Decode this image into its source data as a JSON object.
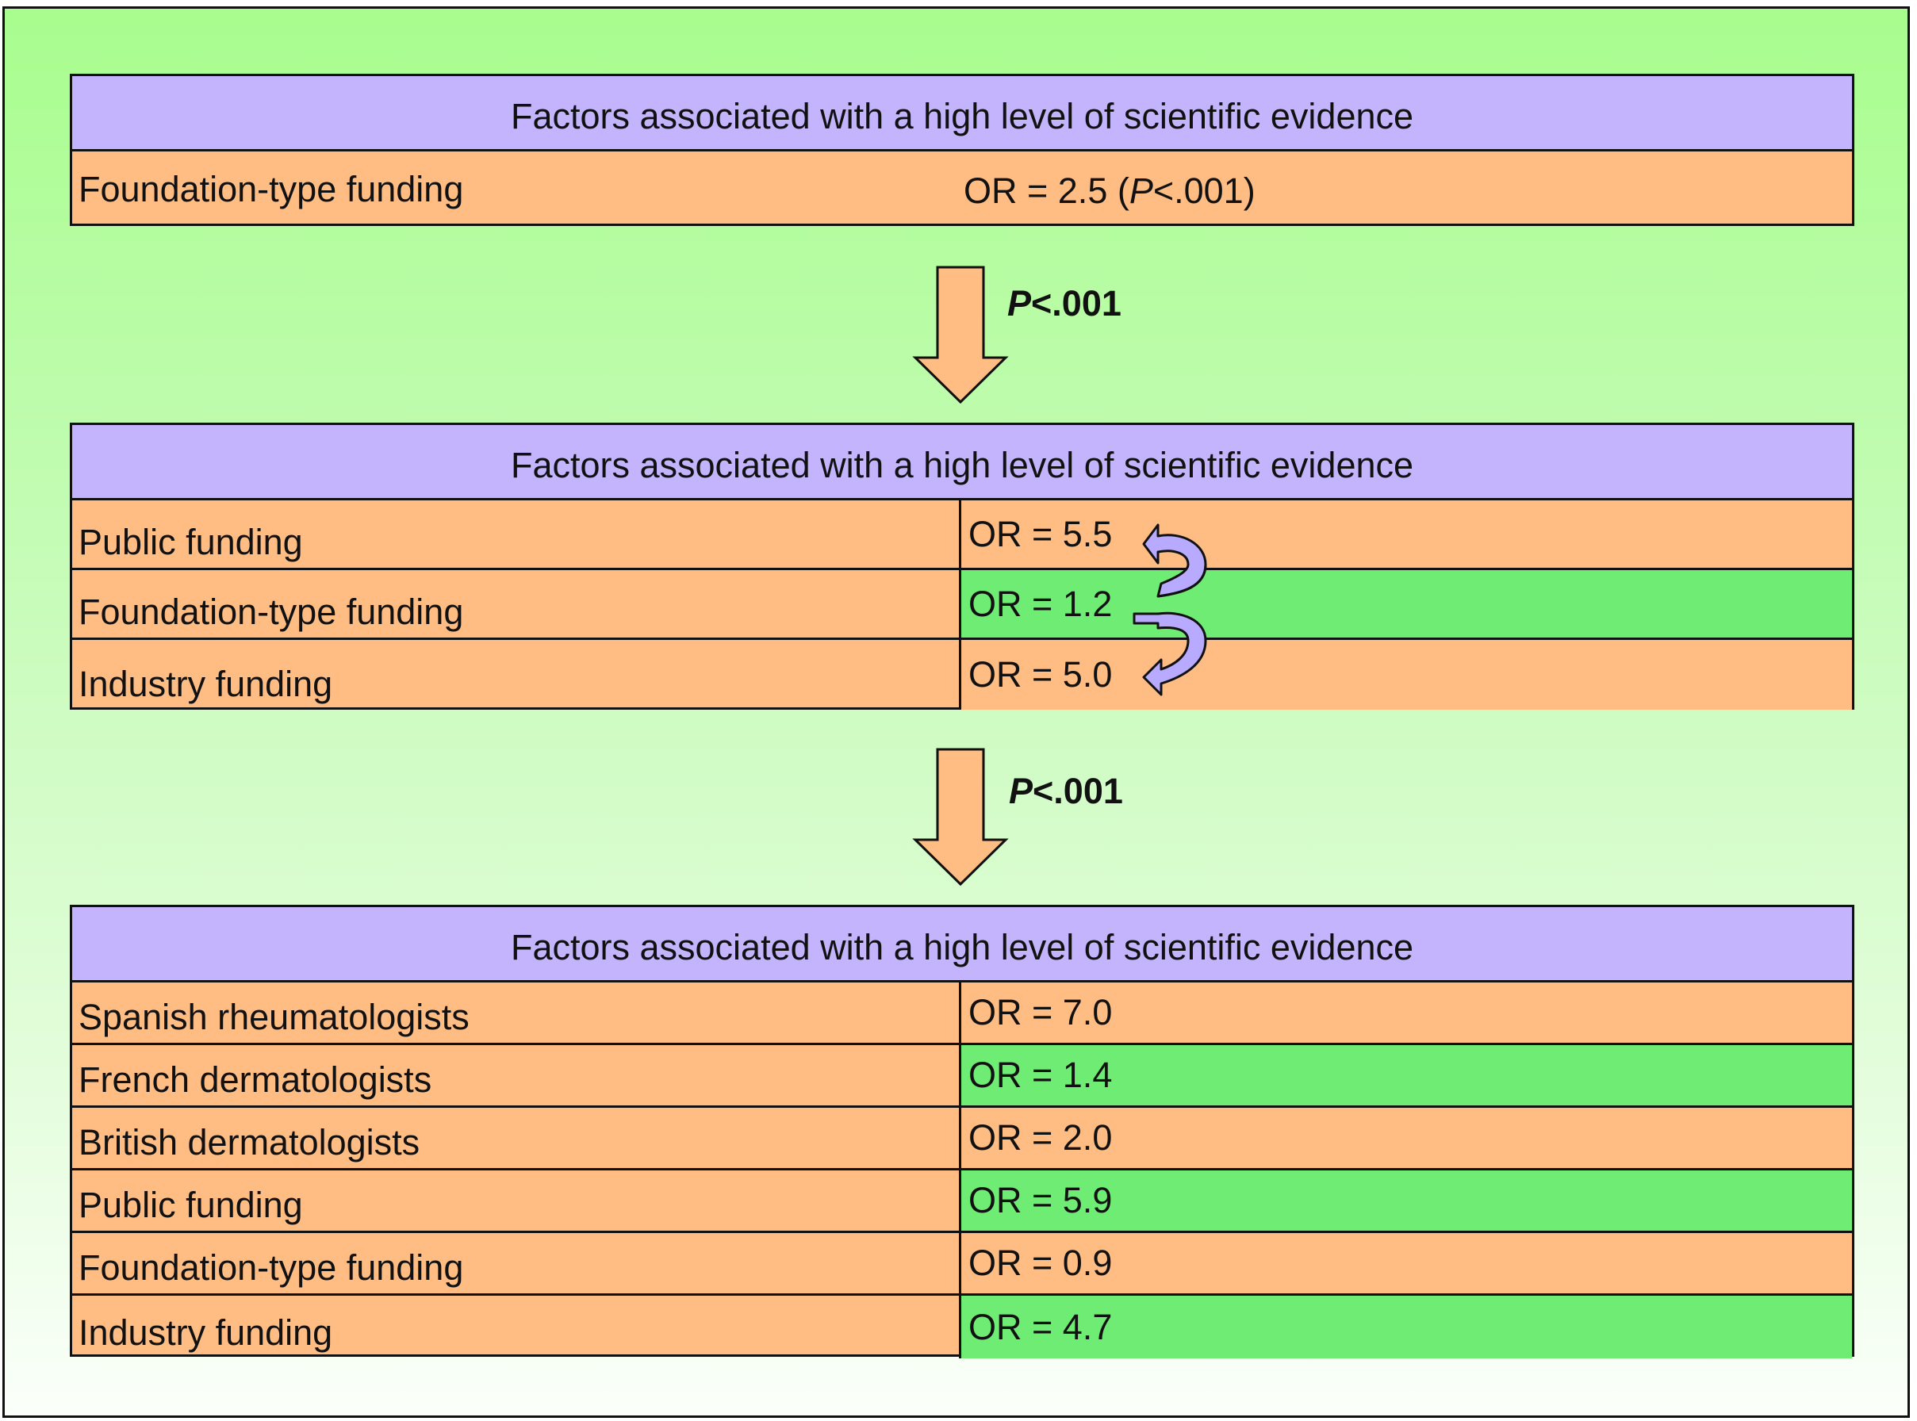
{
  "colors": {
    "header": "#c3b4fd",
    "orange": "#ffbd84",
    "green": "#6fec74",
    "arrow_fill": "#ffbd84",
    "swap_arrow_fill": "#b8aaff"
  },
  "panel1": {
    "header": "Factors associated with a high level of scientific evidence",
    "row": {
      "label": "Foundation-type funding",
      "value_prefix": "OR = 2.5 (",
      "value_p": "P",
      "value_suffix": "<.001)"
    }
  },
  "arrow1": {
    "p_italic": "P",
    "p_rest": "<.001"
  },
  "panel2": {
    "header": "Factors associated with a high level of scientific evidence",
    "rows": [
      {
        "label": "Public funding",
        "value": "OR = 5.5",
        "color": "orange"
      },
      {
        "label": "Foundation-type funding",
        "value": "OR = 1.2",
        "color": "green"
      },
      {
        "label": "Industry funding",
        "value": "OR = 5.0",
        "color": "orange"
      }
    ]
  },
  "arrow2": {
    "p_italic": "P",
    "p_rest": "<.001"
  },
  "panel3": {
    "header": "Factors associated with a high level of scientific evidence",
    "rows": [
      {
        "label": "Spanish rheumatologists",
        "value": "OR = 7.0",
        "color": "orange"
      },
      {
        "label": "French dermatologists",
        "value": "OR = 1.4",
        "color": "green"
      },
      {
        "label": "British dermatologists",
        "value": "OR = 2.0",
        "color": "orange"
      },
      {
        "label": "Public funding",
        "value": "OR = 5.9",
        "color": "green"
      },
      {
        "label": "Foundation-type funding",
        "value": "OR = 0.9",
        "color": "orange"
      },
      {
        "label": "Industry funding",
        "value": "OR = 4.7",
        "color": "green"
      }
    ]
  }
}
